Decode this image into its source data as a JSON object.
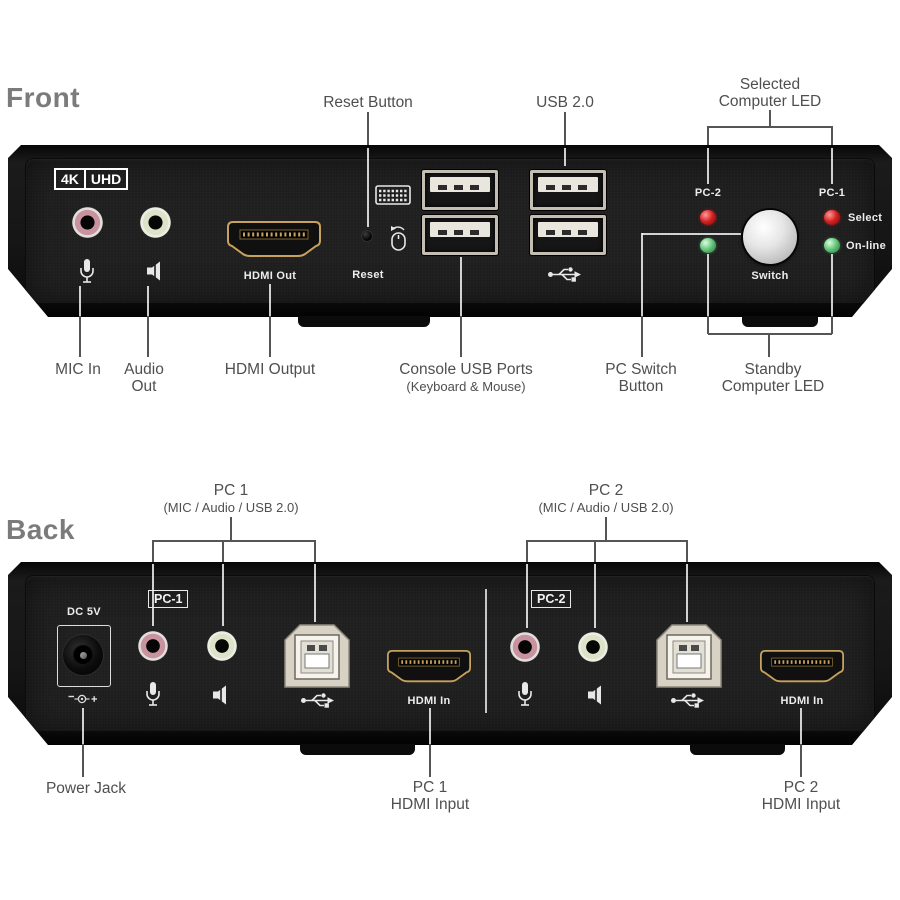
{
  "front": {
    "heading": "Front",
    "badge": {
      "left": "4K",
      "right": "UHD"
    },
    "callouts": {
      "reset_button": "Reset Button",
      "usb20": "USB 2.0",
      "selected_led": {
        "line1": "Selected",
        "line2": "Computer LED"
      },
      "mic_in": "MIC In",
      "audio_out": {
        "line1": "Audio",
        "line2": "Out"
      },
      "hdmi_output": "HDMI Output",
      "console_usb": {
        "line1": "Console USB Ports",
        "line2": "(Keyboard & Mouse)"
      },
      "pc_switch": {
        "line1": "PC Switch",
        "line2": "Button"
      },
      "standby_led": {
        "line1": "Standby",
        "line2": "Computer LED"
      }
    },
    "panel": {
      "hdmi_out": "HDMI Out",
      "reset": "Reset",
      "pc2": "PC-2",
      "pc1": "PC-1",
      "switch": "Switch",
      "select": "Select",
      "online": "On-line"
    }
  },
  "back": {
    "heading": "Back",
    "callouts": {
      "pc1_group": {
        "line1": "PC 1",
        "line2": "(MIC / Audio / USB 2.0)"
      },
      "pc2_group": {
        "line1": "PC 2",
        "line2": "(MIC / Audio / USB 2.0)"
      },
      "power_jack": "Power Jack",
      "pc1_hdmi": {
        "line1": "PC 1",
        "line2": "HDMI Input"
      },
      "pc2_hdmi": {
        "line1": "PC 2",
        "line2": "HDMI Input"
      }
    },
    "panel": {
      "dc5v": "DC 5V",
      "pc1_box": "PC-1",
      "pc2_box": "PC-2",
      "hdmi_in_pc1": "HDMI In",
      "hdmi_in_pc2": "HDMI In"
    }
  },
  "colors": {
    "heading": "#7b7b7b",
    "label": "#4f4f4f",
    "line": "#555555",
    "led_red": "#d42020",
    "led_green": "#5cbe72",
    "hdmi_gold": "#c7a25d",
    "mic_ring_pink": "#c9929f",
    "audio_ring_green": "#dde3c8"
  }
}
